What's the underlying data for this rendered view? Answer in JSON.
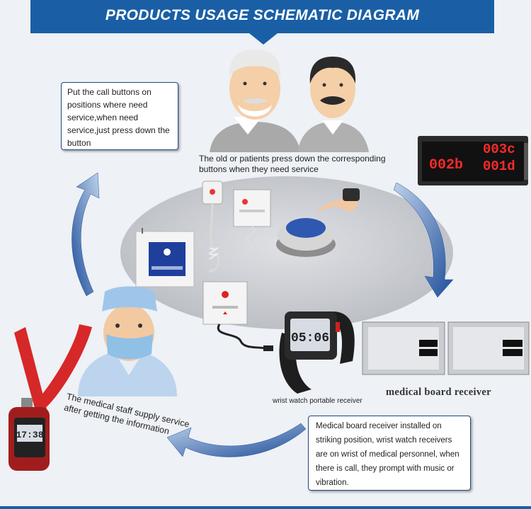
{
  "banner": {
    "title": "PRODUCTS USAGE SCHEMATIC DIAGRAM"
  },
  "note_top_left": {
    "text": "Put the call buttons on positions where need service,when need service,just press down the button"
  },
  "caption_patients": "The old or patients press down the corresponding buttons when they need service",
  "display_readout": {
    "line1_left": "002b",
    "line1_right": "003c",
    "line2_left": "",
    "line2_right": "001d"
  },
  "wrist_caption": "wrist watch portable receiver",
  "board_caption": "medical board receiver",
  "staff_text": "The medical staff supply service after getting the information",
  "note_bottom_right": {
    "text": "Medical board receiver installed on striking position, wrist watch receivers are on wrist of medical personnel, when there is call, they prompt with music or vibration."
  },
  "colors": {
    "banner": "#1a5fa6",
    "arrow": "#2a5fa8",
    "display_digits": "#ff2a2a",
    "ellipse": "#c9ccd2"
  }
}
